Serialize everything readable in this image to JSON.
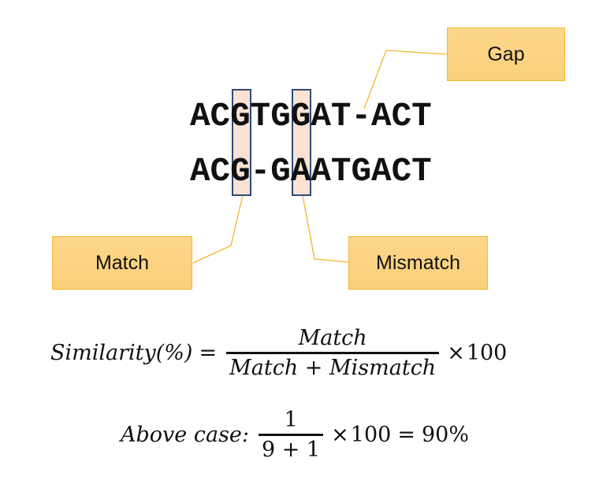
{
  "alignment": {
    "seq1": "ACGTGGAT-ACT",
    "seq2": "ACG-GAATGACT"
  },
  "callouts": {
    "gap": "Gap",
    "match": "Match",
    "mismatch": "Mismatch"
  },
  "formula": {
    "lhs": "Similarity(%)",
    "equals": "=",
    "numerator": "Match",
    "denominator": "Match + Mismatch",
    "times": "×",
    "factor": "100"
  },
  "example": {
    "label": "Above case:",
    "numerator": "1",
    "denominator": "9 + 1",
    "times": "×",
    "factor": "100",
    "equals": "=",
    "result": "90%"
  },
  "colors": {
    "highlight_fill": "#fbe2d3",
    "highlight_border": "#2f4a7a",
    "callout_fill": "#fcd68a",
    "callout_border": "#f2b830",
    "connector": "#f2b830"
  }
}
